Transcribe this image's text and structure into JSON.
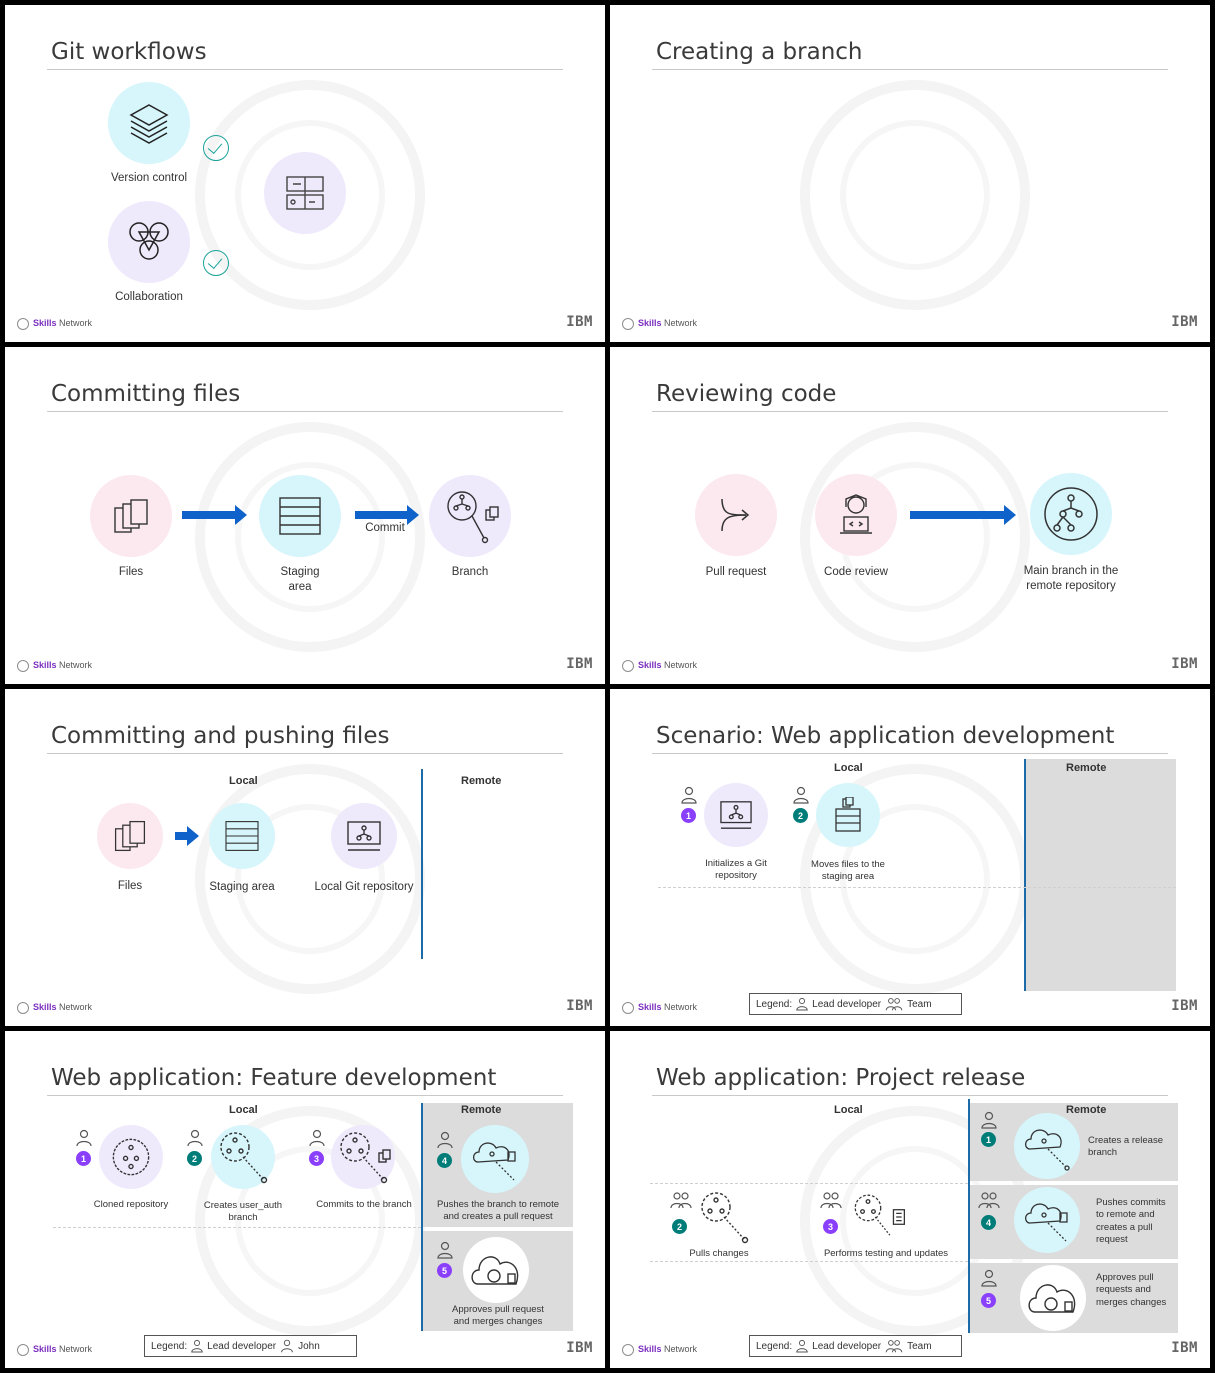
{
  "common": {
    "footer_brand": "Skills",
    "footer_rest": " Network",
    "ibm": "IBM",
    "legend_label": "Legend:",
    "lead_developer": "Lead developer",
    "team": "Team",
    "john": "John",
    "local": "Local",
    "remote": "Remote"
  },
  "s1": {
    "title": "Git workflows",
    "version_control": "Version control",
    "collaboration": "Collaboration"
  },
  "s2": {
    "title": "Creating a branch"
  },
  "s3": {
    "title": "Committing files",
    "files": "Files",
    "staging": "Staging\narea",
    "commit": "Commit",
    "branch": "Branch"
  },
  "s4": {
    "title": "Reviewing code",
    "pull_request": "Pull request",
    "code_review": "Code review",
    "main_branch": "Main branch in the\nremote repository"
  },
  "s5": {
    "title": "Committing and pushing files",
    "files": "Files",
    "staging": "Staging area",
    "local_repo": "Local Git repository"
  },
  "s6": {
    "title": "Scenario: Web application development",
    "step1": "Initializes a Git\nrepository",
    "step2": "Moves files to the\nstaging area"
  },
  "s7": {
    "title": "Web application: Feature development",
    "step1": "Cloned repository",
    "step2": "Creates user_auth\nbranch",
    "step3": "Commits to the branch",
    "step4": "Pushes the branch to remote\nand creates a pull request",
    "step5": "Approves pull request\nand merges changes"
  },
  "s8": {
    "title": "Web application: Project release",
    "step1": "Creates a release\nbranch",
    "step2": "Pulls changes",
    "step3": "Performs testing and updates",
    "step4": "Pushes commits\nto remote and\ncreates a pull\nrequest",
    "step5": "Approves pull\nrequests and\nmerges changes"
  }
}
